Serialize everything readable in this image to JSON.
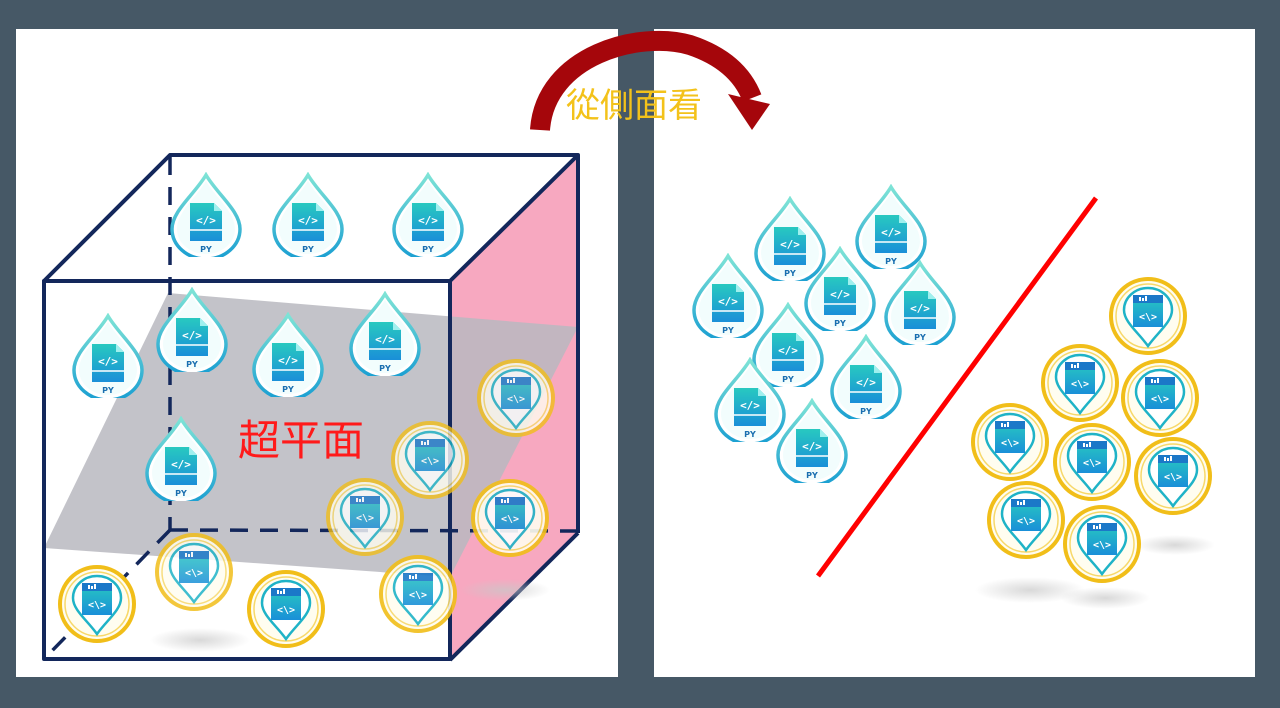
{
  "arrow_label": "從側面看",
  "hyperplane_label": "超平面",
  "icon_label": "PY",
  "colors": {
    "background": "#465866",
    "cube_edge": "#13275b",
    "hyperplane_fill": "#bfbfc4",
    "side_face": "#f7a8c0",
    "separator_line": "#ff0000",
    "arrow": "#a5060b",
    "arrow_label": "#f3c21a",
    "hyperplane_label": "#ff1a1a",
    "drop_icon": "#1fb3c7",
    "badge_ring": "#f1be19"
  },
  "icons": {
    "drop": "python-drop-icon",
    "badge": "chart-badge-icon"
  }
}
